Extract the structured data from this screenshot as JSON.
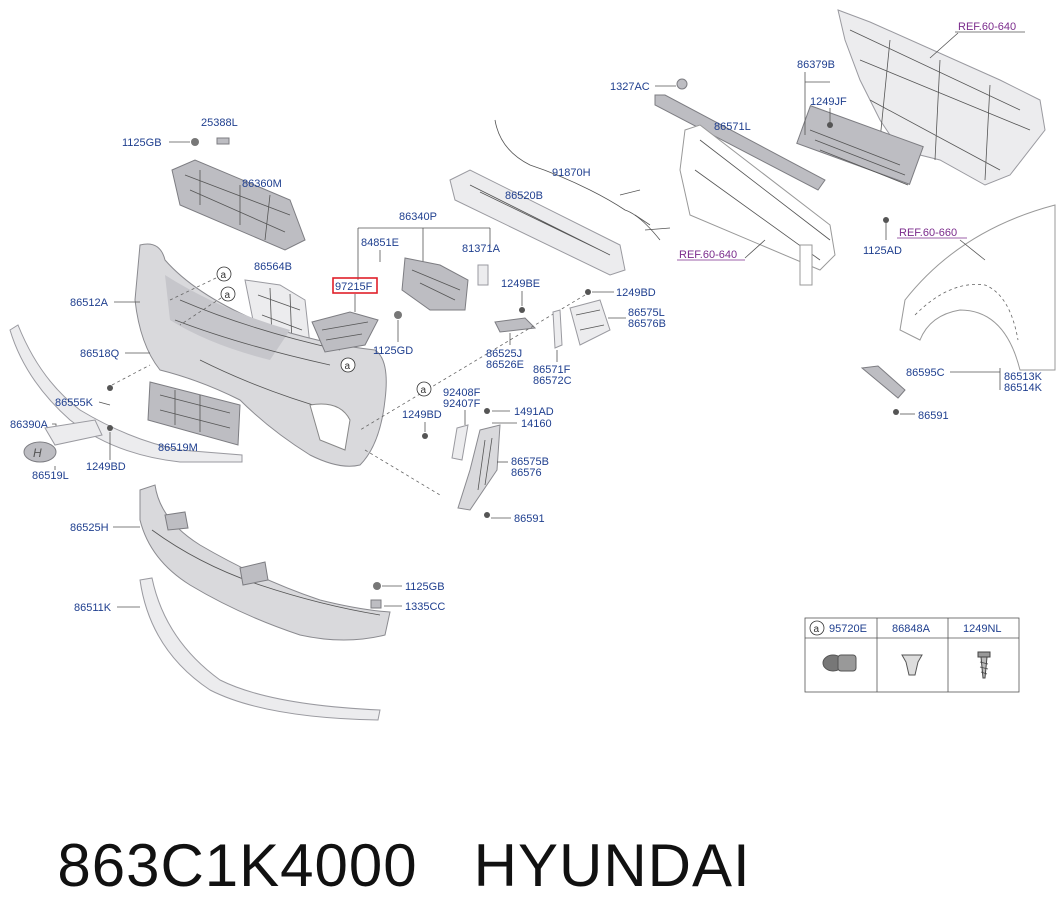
{
  "labels": {
    "ref_60_640_a": "REF.60-640",
    "ref_60_640_b": "REF.60-640",
    "ref_60_660": "REF.60-660",
    "p86379B": "86379B",
    "p1249JF": "1249JF",
    "p1327AC": "1327AC",
    "p86571L": "86571L",
    "p1125AD": "1125AD",
    "p25388L": "25388L",
    "p1125GB_top": "1125GB",
    "p86360M": "86360M",
    "p91870H": "91870H",
    "p86520B": "86520B",
    "p86340P": "86340P",
    "p84851E": "84851E",
    "p81371A": "81371A",
    "p97215F": "97215F",
    "p86564B": "86564B",
    "p86512A": "86512A",
    "p1249BE": "1249BE",
    "p1249BD_r": "1249BD",
    "p86575L": "86575L",
    "p86576B": "86576B",
    "p1125GD": "1125GD",
    "p86525J": "86525J",
    "p86526E": "86526E",
    "p86571F": "86571F",
    "p86572C": "86572C",
    "p86518Q": "86518Q",
    "p86555K": "86555K",
    "p92408F": "92408F",
    "p92407F": "92407F",
    "p1249BD_m": "1249BD",
    "p1491AD": "1491AD",
    "p14160": "14160",
    "p86390A": "86390A",
    "p86519M": "86519M",
    "p1249BD_l": "1249BD",
    "p86519L": "86519L",
    "p86575B": "86575B",
    "p86576": "86576",
    "p86591_mid": "86591",
    "p86595C": "86595C",
    "p86513K": "86513K",
    "p86514K": "86514K",
    "p86591_right": "86591",
    "p86525H": "86525H",
    "p1125GB_bot": "1125GB",
    "p1335CC": "1335CC",
    "p86511K": "86511K",
    "circle_a": "a"
  },
  "legend_table": {
    "columns": [
      {
        "marker": "a",
        "code": "95720E",
        "icon": "sensor-icon"
      },
      {
        "marker": "",
        "code": "86848A",
        "icon": "clip-icon"
      },
      {
        "marker": "",
        "code": "1249NL",
        "icon": "screw-icon"
      }
    ]
  },
  "highlight_color": "#e0202a",
  "label_color": "#1f3f8f",
  "ref_color": "#7b2b8c",
  "caption": {
    "part_number": "863C1K4000",
    "brand": "HYUNDAI"
  }
}
